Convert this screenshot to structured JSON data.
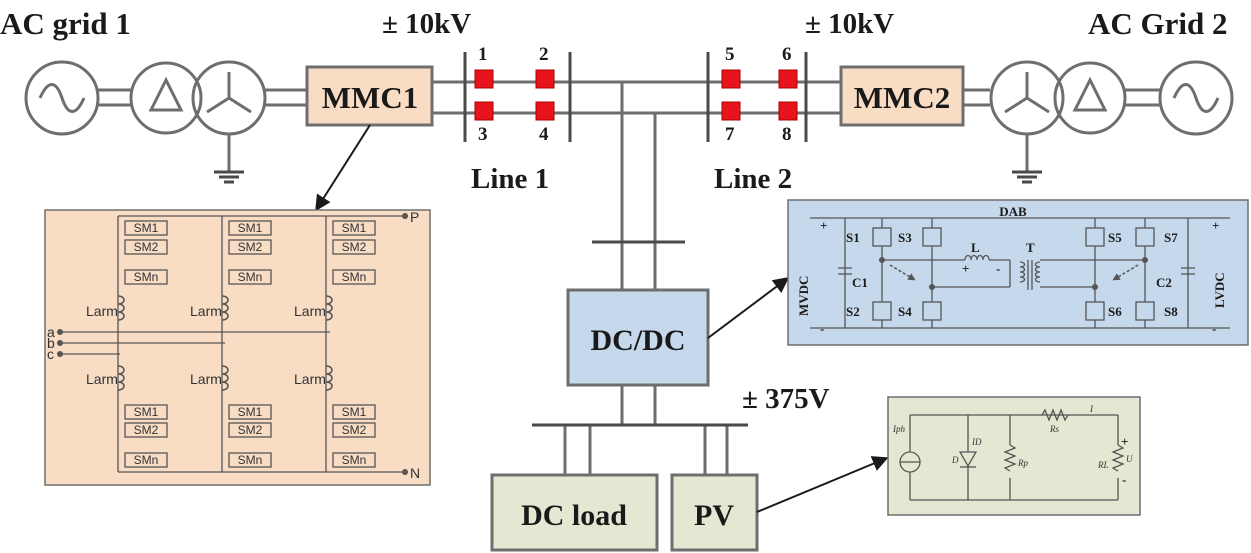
{
  "grids": {
    "left": "AC grid 1",
    "right": "AC Grid 2"
  },
  "voltages": {
    "left": "± 10kV",
    "right": "± 10kV",
    "dc": "± 375V"
  },
  "converters": {
    "mmc1": "MMC1",
    "mmc2": "MMC2",
    "dcdc": "DC/DC",
    "dcload": "DC load",
    "pv": "PV"
  },
  "lines": {
    "line1": "Line 1",
    "line2": "Line 2"
  },
  "breakers": [
    "1",
    "2",
    "3",
    "4",
    "5",
    "6",
    "7",
    "8"
  ],
  "mmc_detail": {
    "p": "P",
    "n": "N",
    "a": "a",
    "b": "b",
    "c": "c",
    "sm1": "SM1",
    "sm2": "SM2",
    "smn": "SMn",
    "larm": "Larm"
  },
  "dab": {
    "title": "DAB",
    "mvdc": "MVDC",
    "lvdc": "LVDC",
    "c1": "C1",
    "c2": "C2",
    "l": "L",
    "t": "T",
    "s1": "S1",
    "s2": "S2",
    "s3": "S3",
    "s4": "S4",
    "s5": "S5",
    "s6": "S6",
    "s7": "S7",
    "s8": "S8",
    "plus": "+",
    "minus": "-"
  },
  "pv_model": {
    "iph": "Iph",
    "id": "ID",
    "d": "D",
    "rp": "Rp",
    "rs": "Rs",
    "rl": "RL",
    "i": "I",
    "u": "U",
    "plus": "+",
    "minus": "-"
  },
  "colors": {
    "line": "#6e6e6e",
    "mmc_fill": "#f9dcc4",
    "dab_fill": "#c6d9ec",
    "pv_fill": "#e3e8d2",
    "breaker": "#e8141b",
    "text": "#1a1a1a"
  }
}
